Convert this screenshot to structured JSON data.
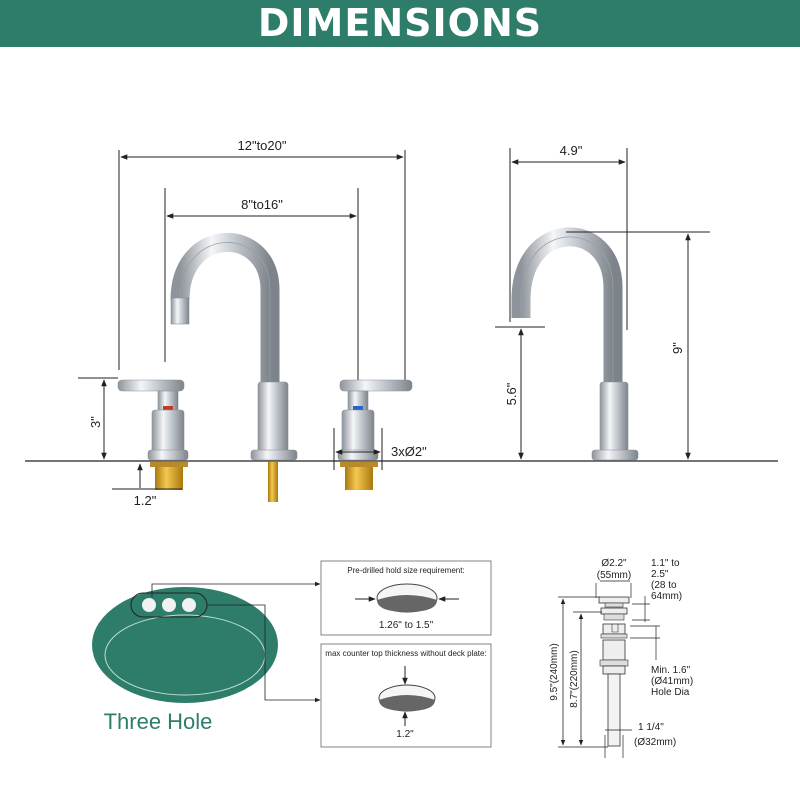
{
  "header": {
    "title": "DIMENSIONS"
  },
  "colors": {
    "accent": "#2e7d6b",
    "chrome": "#c8ccd1",
    "brass": "#d9a520"
  },
  "front_view": {
    "overall_width": "12\"to20\"",
    "center_width": "8\"to16\"",
    "handle_height": "3\"",
    "shank_length": "1.2\"",
    "hole_spec": "3xØ2\""
  },
  "side_view": {
    "reach": "4.9\"",
    "spout_height": "5.6\"",
    "total_height": "9\""
  },
  "sink": {
    "label": "Three Hole"
  },
  "hole_detail": {
    "title": "Pre-drilled hold size requirement:",
    "value": "1.26\" to 1.5\""
  },
  "counter_detail": {
    "title": "max counter top thickness without deck plate:",
    "value": "1.2\""
  },
  "drain": {
    "top_dia": "Ø2.2\"",
    "top_dia_mm": "(55mm)",
    "range_1": "1.1\" to",
    "range_2": "2.5\"",
    "range_3": "(28 to",
    "range_4": "64mm)",
    "total_len": "9.5\"(240mm)",
    "body_len": "8.7\"(220mm)",
    "hole_1": "Min. 1.6\"",
    "hole_2": "(Ø41mm)",
    "hole_3": "Hole Dia",
    "tail_1": "1 1/4\"",
    "tail_2": "(Ø32mm)"
  }
}
